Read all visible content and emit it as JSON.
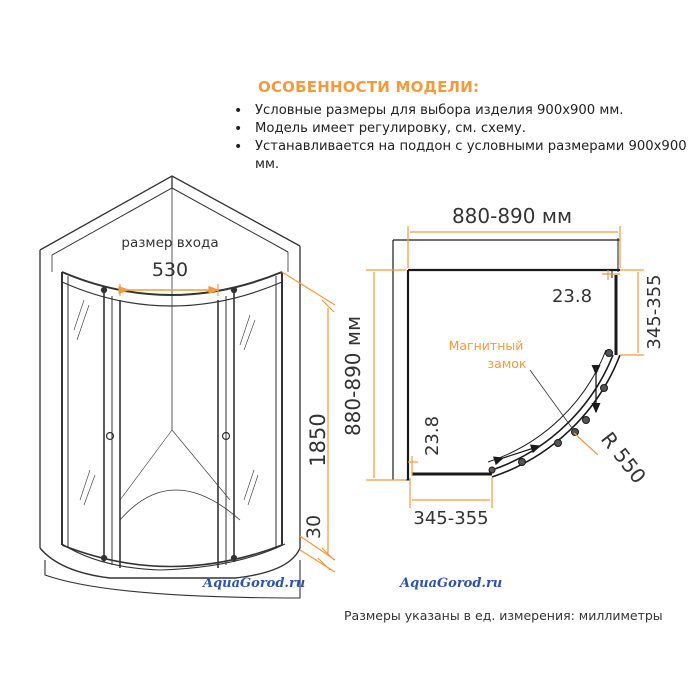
{
  "features": {
    "title": "ОСОБЕННОСТИ МОДЕЛИ:",
    "items": [
      "Условные размеры для выбора изделия 900х900 мм.",
      "Модель имеет регулировку, см. схему.",
      "Устанавливается на поддон с условными размерами 900х900 мм."
    ]
  },
  "left_view": {
    "entrance_label": "размер входа",
    "entrance_width": "530",
    "height": "1850",
    "tray_height": "30"
  },
  "plan_view": {
    "width": "880-890 мм",
    "depth": "880-890 мм",
    "side_adjust_top": "345-355",
    "side_adjust_bottom": "345-355",
    "profile_top": "23.8",
    "profile_left": "23.8",
    "magnet_label_line1": "Магнитный",
    "magnet_label_line2": "замок",
    "radius": "R 550"
  },
  "watermarks": [
    "AquaGorod.ru",
    "AquaGorod.ru"
  ],
  "units_note": "Размеры указаны в ед. измерения: миллиметры",
  "colors": {
    "accent": "#f39a3e",
    "line": "#1a1a1a",
    "watermark": "#2e55a8"
  }
}
